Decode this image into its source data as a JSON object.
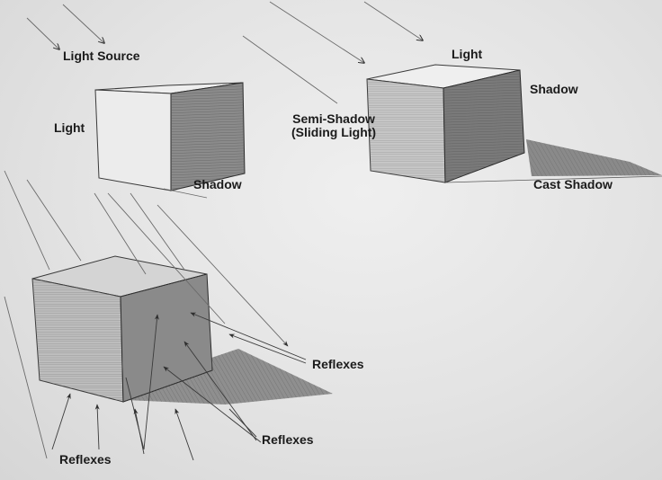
{
  "labels": {
    "light_source": "Light Source",
    "light_cube1": "Light",
    "shadow_cube1": "Shadow",
    "light_cube2": "Light",
    "shadow_cube2": "Shadow",
    "semi_shadow_line1": "Semi-Shadow",
    "semi_shadow_line2": "(Sliding Light)",
    "cast_shadow": "Cast Shadow",
    "reflexes_right": "Reflexes",
    "reflexes_bottom_middle": "Reflexes",
    "reflexes_bottom_left": "Reflexes"
  },
  "colors": {
    "paper": "#e6e6e6",
    "pencil": "#2a2a2a",
    "light_face": "#ececec",
    "semi_shadow_face": "#b8b8b8",
    "shadow_face": "#7d7d7d",
    "cast_shadow": "#8a8a8a",
    "label_text": "#1b1b1b"
  }
}
